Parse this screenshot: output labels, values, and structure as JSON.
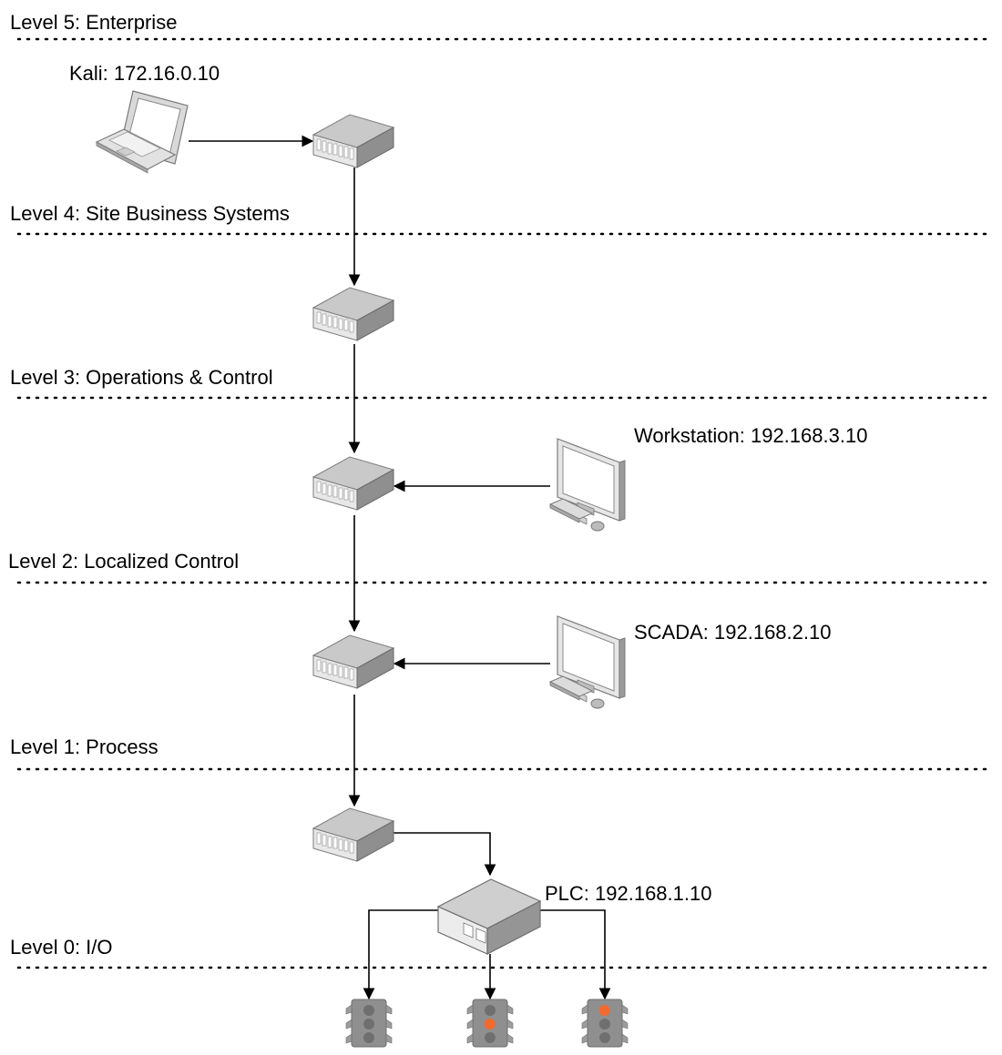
{
  "levels": [
    {
      "label": "Level 5: Enterprise"
    },
    {
      "label": "Level 4: Site Business Systems"
    },
    {
      "label": "Level 3: Operations & Control"
    },
    {
      "label": "Level 2: Localized Control"
    },
    {
      "label": "Level 1: Process"
    },
    {
      "label": "Level 0: I/O"
    }
  ],
  "nodes": {
    "kali": {
      "label": "Kali: 172.16.0.10",
      "icon": "laptop-icon"
    },
    "workstation": {
      "label": "Workstation: 192.168.3.10",
      "icon": "desktop-computer-icon"
    },
    "scada": {
      "label": "SCADA: 192.168.2.10",
      "icon": "desktop-computer-icon"
    },
    "plc": {
      "label": "PLC: 192.168.1.10",
      "icon": "plc-device-icon"
    },
    "switches": {
      "count": 5,
      "icon": "network-switch-icon"
    },
    "io_lights": [
      {
        "icon": "traffic-light-icon",
        "lit": null
      },
      {
        "icon": "traffic-light-icon",
        "lit": "middle"
      },
      {
        "icon": "traffic-light-icon",
        "lit": "top"
      }
    ]
  },
  "colors": {
    "line": "#000000",
    "device": "#9a9a9a",
    "lamp_on": "#f26a2e"
  }
}
